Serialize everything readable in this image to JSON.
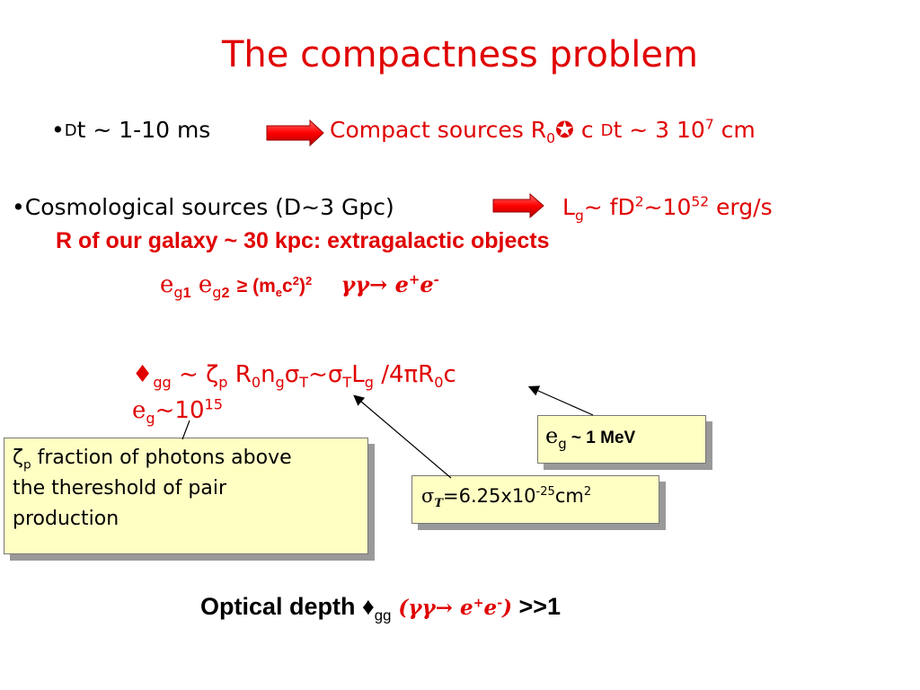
{
  "title": "The compactness problem",
  "line1": {
    "bullet": "•",
    "glyph": "D",
    "left": "t ~ 1-10 ms",
    "right_a": "Compact sources R",
    "right_sub": "0",
    "right_b": " c ",
    "right_glyph": "D",
    "right_c": "t  ~ 3 10",
    "right_sup": "7",
    "right_d": " cm"
  },
  "line2": {
    "text": "•Cosmological sources (D~3 Gpc)",
    "L": "L",
    "L_sub": "g",
    "L_mid": "~ fD",
    "L_sup1": "2",
    "L_mid2": "~10",
    "L_sup2": "52",
    "L_end": " erg/s"
  },
  "line3": "R of our galaxy ~ 30 kpc: extragalactic objects",
  "line4": {
    "e1": "e",
    "s1": "g",
    "n1": "1",
    "e2": " e",
    "s2": "g",
    "n2": "2",
    "ge": "≥ (m",
    "me_sub": "e",
    "c2": "c",
    "c2_sup": "2",
    "close": ")",
    "close_sup": "2",
    "gg": "γγ→  e",
    "ep": "+",
    "em_base": "e",
    "em": "-"
  },
  "line5": {
    "tau": "♦",
    "gg": "gg",
    "rest1": " ~ ζ",
    "zp": "p",
    "rest2": " R",
    "r0": "0",
    "n": "n",
    "ng": "g",
    "sigma": "σ",
    "T1": "T",
    "tilde": "~σ",
    "T2": "T",
    "L": "L",
    "Lg": "g",
    "over": " /4πR",
    "R0": "0",
    "c": "c"
  },
  "line6": {
    "e": "e",
    "g": "g",
    "val": "~10",
    "sup": "15"
  },
  "box_left": {
    "zeta": "ζ",
    "p": "p",
    "text1": " fraction of photons above",
    "text2": "the thereshold of pair",
    "text3": "production"
  },
  "box_mev": {
    "e": "e",
    "g": "g",
    "text": " ~ 1 MeV"
  },
  "box_sigma": {
    "sigma": "σ",
    "T": "T",
    "eq": "=6.25x10",
    "sup": "-25",
    "unit": "cm",
    "unit_sup": "2"
  },
  "bottom": {
    "label": "Optical depth ",
    "tau": "♦",
    "gg": "gg",
    "paren": " (γγ→  e",
    "ep": "+",
    "em_base": "e",
    "em": "-",
    "close": ")",
    "end": " >>1"
  },
  "colors": {
    "accent": "#e00000",
    "callout_fill": "#ffffc4",
    "arrow_fill": "#ff0000"
  }
}
